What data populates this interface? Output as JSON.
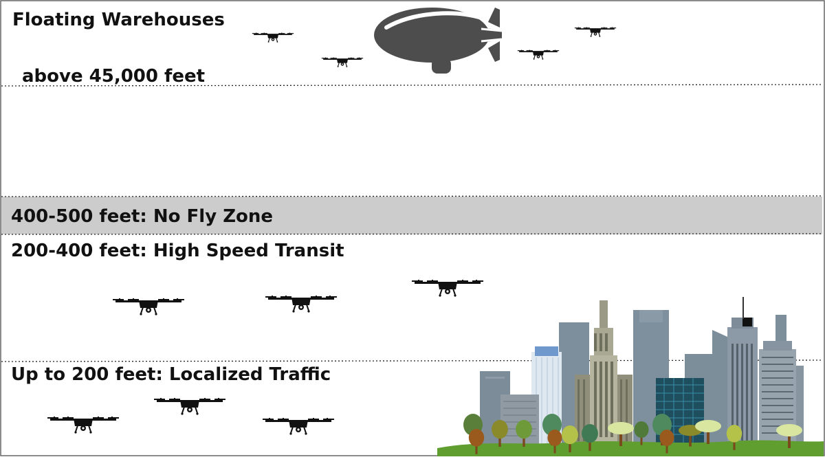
{
  "labels": {
    "floating": "Floating Warehouses",
    "altitude_top": "above 45,000 feet",
    "no_fly": "400-500 feet: No Fly Zone",
    "high_speed": "200-400 feet: High Speed Transit",
    "localized": "Up to 200 feet: Localized Traffic"
  },
  "colors": {
    "no_fly_band": "#cccccc",
    "blimp": "#4d4d4d",
    "drone": "#111111",
    "ground": "#5f9e2f"
  },
  "icons": {
    "blimp": "blimp-icon",
    "drone": "drone-icon",
    "city": "city-skyline-icon"
  }
}
